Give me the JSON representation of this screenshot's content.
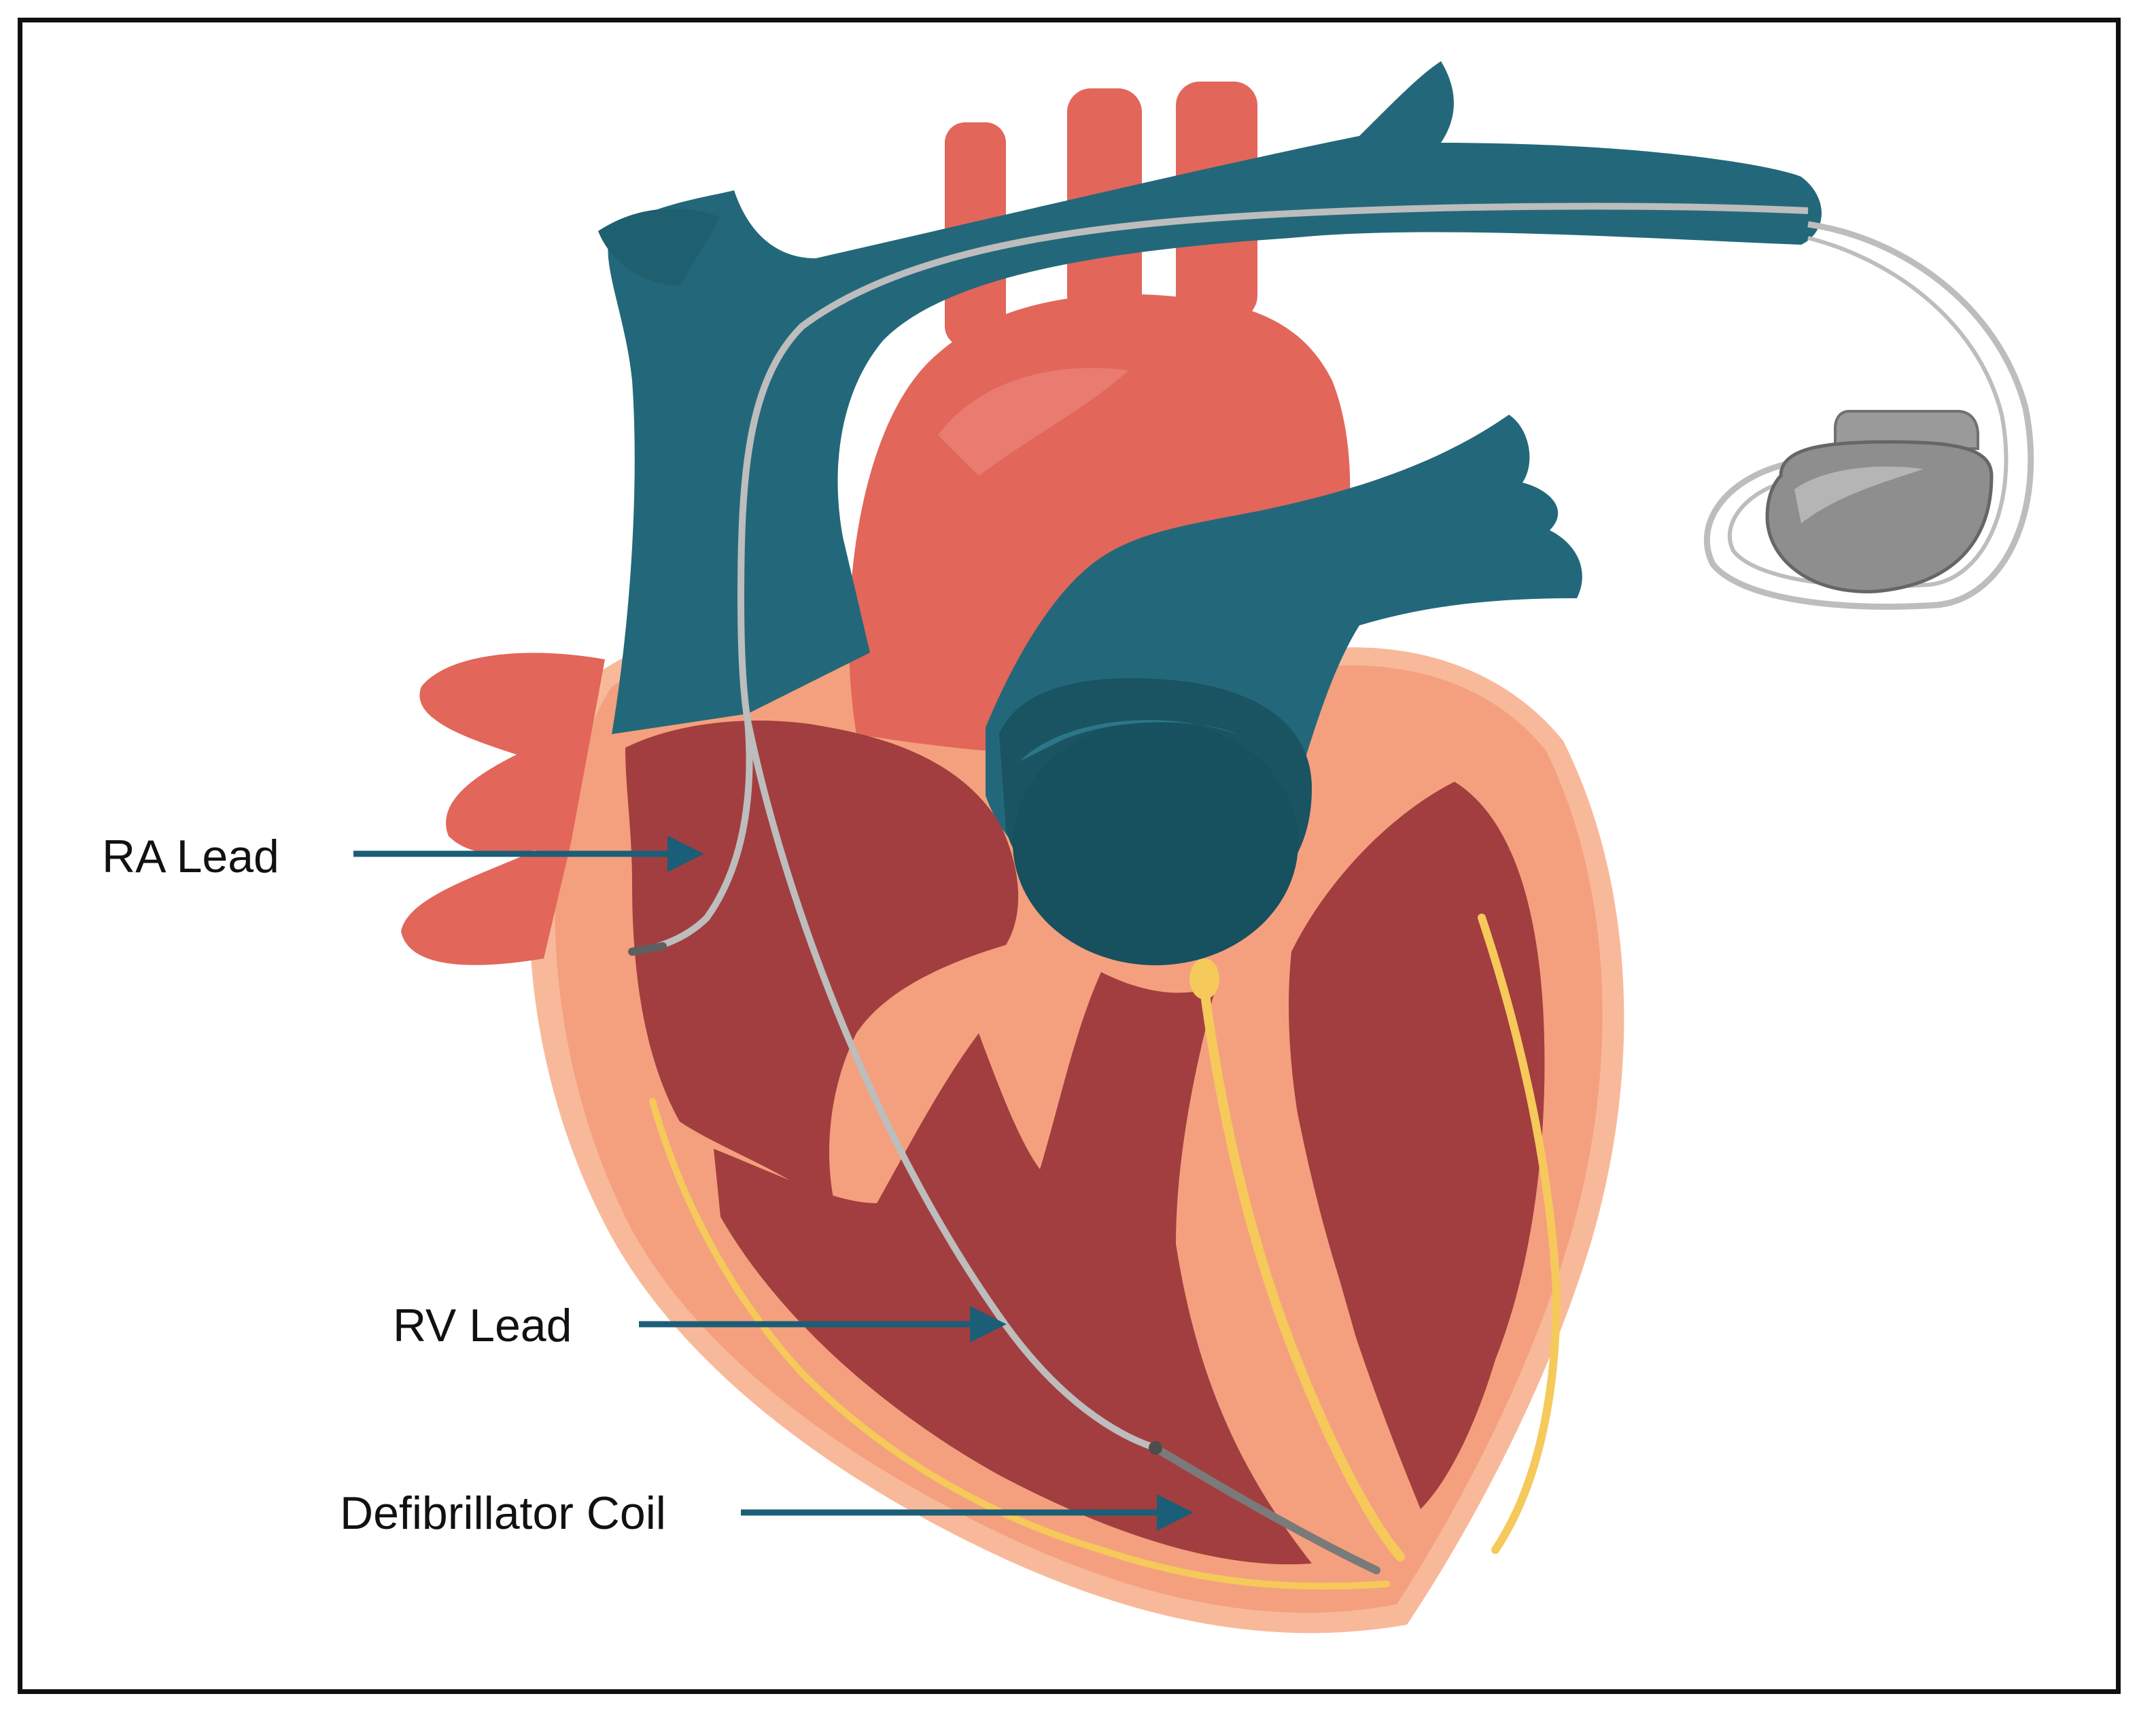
{
  "labels": {
    "ra_lead": "RA Lead",
    "rv_lead": "RV Lead",
    "defibrillator_coil": "Defibrillator Coil"
  },
  "colors": {
    "vein_teal": "#23687A",
    "vein_teal_dark": "#1A5361",
    "artery_red": "#E2665A",
    "myocardium_peach": "#F4A07E",
    "chamber_dark_red": "#A23E3F",
    "conduction_yellow": "#F5C95A",
    "lead_gray": "#BDBDBD",
    "device_gray": "#8E8E8E",
    "arrow_blue": "#1B5E78"
  }
}
